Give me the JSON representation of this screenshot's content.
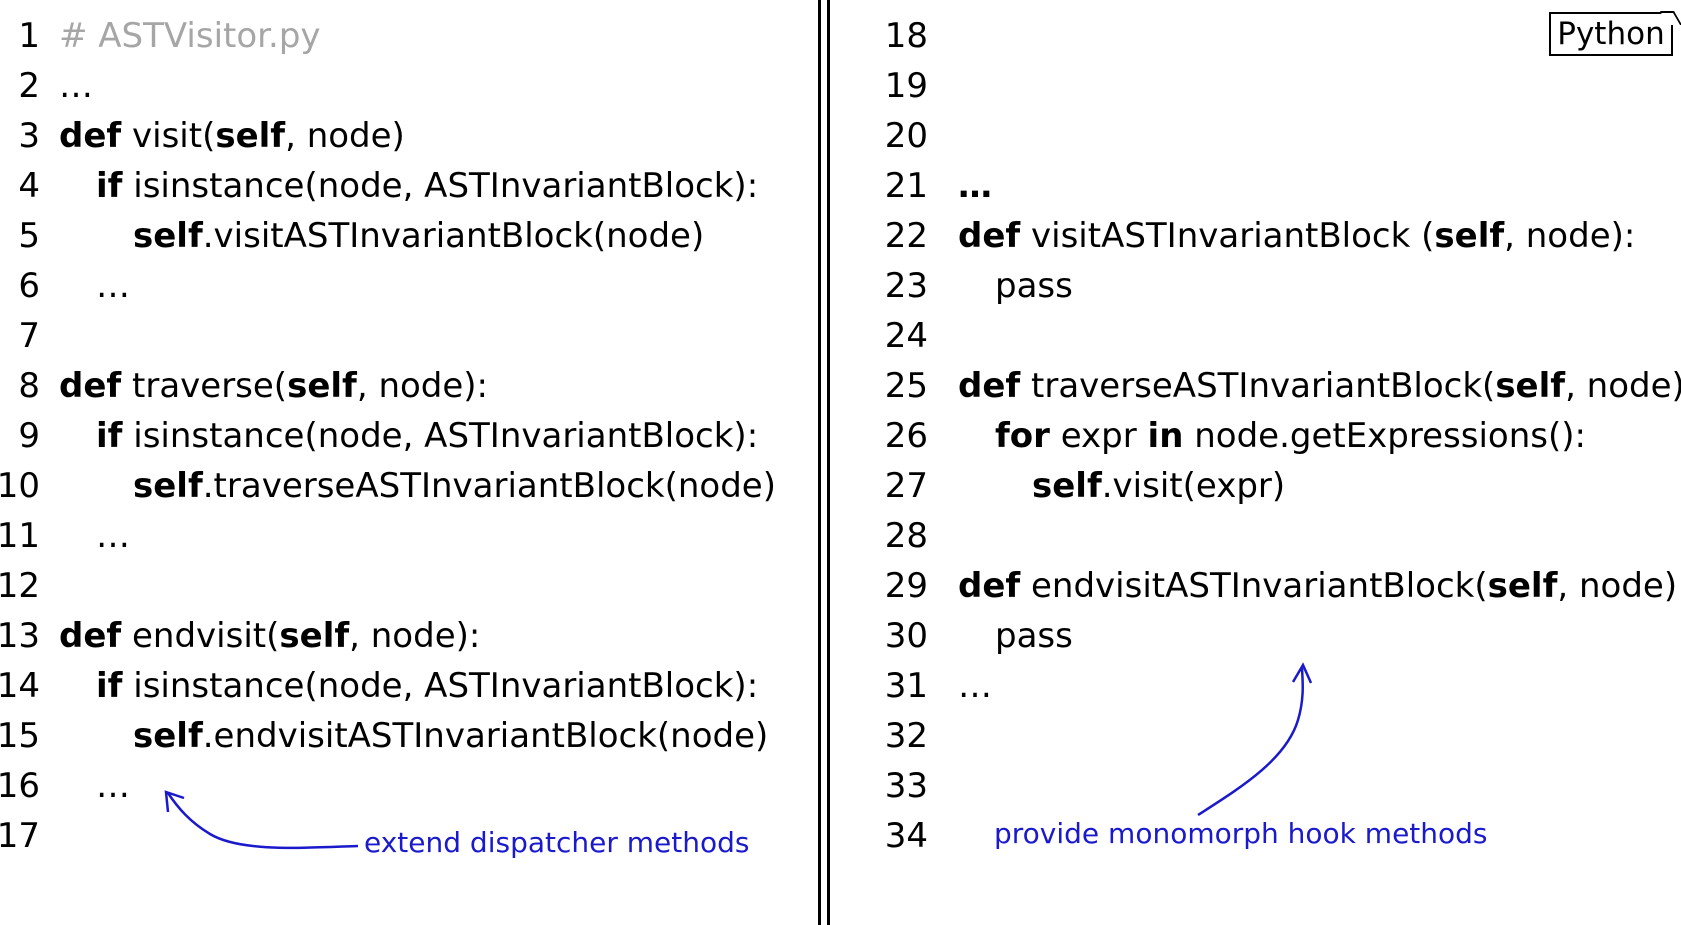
{
  "language_badge": "Python",
  "left_lines": [
    {
      "n": "1",
      "indent": 0,
      "parts": [
        {
          "t": "# ASTVisitor.py",
          "s": "comment"
        }
      ]
    },
    {
      "n": "2",
      "indent": 0,
      "parts": [
        {
          "t": "…",
          "s": ""
        }
      ]
    },
    {
      "n": "3",
      "indent": 0,
      "parts": [
        {
          "t": "def",
          "s": "b"
        },
        {
          "t": " visit(",
          "s": ""
        },
        {
          "t": "self",
          "s": "b"
        },
        {
          "t": ", node)",
          "s": ""
        }
      ]
    },
    {
      "n": "4",
      "indent": 1,
      "parts": [
        {
          "t": "if",
          "s": "b"
        },
        {
          "t": " isinstance(node, ASTInvariantBlock):",
          "s": ""
        }
      ]
    },
    {
      "n": "5",
      "indent": 2,
      "parts": [
        {
          "t": "self",
          "s": "b"
        },
        {
          "t": ".visitASTInvariantBlock(node)",
          "s": ""
        }
      ]
    },
    {
      "n": "6",
      "indent": 1,
      "parts": [
        {
          "t": "…",
          "s": ""
        }
      ]
    },
    {
      "n": "7",
      "indent": 0,
      "parts": []
    },
    {
      "n": "8",
      "indent": 0,
      "parts": [
        {
          "t": "def",
          "s": "b"
        },
        {
          "t": " traverse(",
          "s": ""
        },
        {
          "t": "self",
          "s": "b"
        },
        {
          "t": ", node):",
          "s": ""
        }
      ]
    },
    {
      "n": "9",
      "indent": 1,
      "parts": [
        {
          "t": "if",
          "s": "b"
        },
        {
          "t": " isinstance(node, ASTInvariantBlock):",
          "s": ""
        }
      ]
    },
    {
      "n": "10",
      "indent": 2,
      "parts": [
        {
          "t": "self",
          "s": "b"
        },
        {
          "t": ".traverseASTInvariantBlock(node)",
          "s": ""
        }
      ]
    },
    {
      "n": "11",
      "indent": 1,
      "parts": [
        {
          "t": "…",
          "s": ""
        }
      ]
    },
    {
      "n": "12",
      "indent": 0,
      "parts": []
    },
    {
      "n": "13",
      "indent": 0,
      "parts": [
        {
          "t": "def",
          "s": "b"
        },
        {
          "t": " endvisit(",
          "s": ""
        },
        {
          "t": "self",
          "s": "b"
        },
        {
          "t": ", node):",
          "s": ""
        }
      ]
    },
    {
      "n": "14",
      "indent": 1,
      "parts": [
        {
          "t": "if",
          "s": "b"
        },
        {
          "t": " isinstance(node, ASTInvariantBlock):",
          "s": ""
        }
      ]
    },
    {
      "n": "15",
      "indent": 2,
      "parts": [
        {
          "t": "self",
          "s": "b"
        },
        {
          "t": ".endvisitASTInvariantBlock(node)",
          "s": ""
        }
      ]
    },
    {
      "n": "16",
      "indent": 1,
      "parts": [
        {
          "t": "…",
          "s": ""
        }
      ]
    },
    {
      "n": "17",
      "indent": 0,
      "parts": []
    }
  ],
  "right_lines": [
    {
      "n": "18",
      "indent": 0,
      "parts": []
    },
    {
      "n": "19",
      "indent": 0,
      "parts": []
    },
    {
      "n": "20",
      "indent": 0,
      "parts": []
    },
    {
      "n": "21",
      "indent": 0,
      "parts": [
        {
          "t": "…",
          "s": "b"
        }
      ]
    },
    {
      "n": "22",
      "indent": 0,
      "parts": [
        {
          "t": "def",
          "s": "b"
        },
        {
          "t": " visitASTInvariantBlock (",
          "s": ""
        },
        {
          "t": "self",
          "s": "b"
        },
        {
          "t": ", node):",
          "s": ""
        }
      ]
    },
    {
      "n": "23",
      "indent": 1,
      "parts": [
        {
          "t": "pass",
          "s": ""
        }
      ]
    },
    {
      "n": "24",
      "indent": 0,
      "parts": []
    },
    {
      "n": "25",
      "indent": 0,
      "parts": [
        {
          "t": "def",
          "s": "b"
        },
        {
          "t": " traverseASTInvariantBlock(",
          "s": ""
        },
        {
          "t": "self",
          "s": "b"
        },
        {
          "t": ", node):",
          "s": ""
        }
      ]
    },
    {
      "n": "26",
      "indent": 1,
      "parts": [
        {
          "t": "for",
          "s": "b"
        },
        {
          "t": " expr ",
          "s": ""
        },
        {
          "t": "in",
          "s": "b"
        },
        {
          "t": " node.getExpressions():",
          "s": ""
        }
      ]
    },
    {
      "n": "27",
      "indent": 2,
      "parts": [
        {
          "t": "self",
          "s": "b"
        },
        {
          "t": ".visit(expr)",
          "s": ""
        }
      ]
    },
    {
      "n": "28",
      "indent": 0,
      "parts": []
    },
    {
      "n": "29",
      "indent": 0,
      "parts": [
        {
          "t": "def",
          "s": "b"
        },
        {
          "t": " endvisitASTInvariantBlock(",
          "s": ""
        },
        {
          "t": "self",
          "s": "b"
        },
        {
          "t": ", node):",
          "s": ""
        }
      ]
    },
    {
      "n": "30",
      "indent": 1,
      "parts": [
        {
          "t": "pass",
          "s": ""
        }
      ]
    },
    {
      "n": "31",
      "indent": 0,
      "parts": [
        {
          "t": "…",
          "s": ""
        }
      ]
    },
    {
      "n": "32",
      "indent": 0,
      "parts": []
    },
    {
      "n": "33",
      "indent": 0,
      "parts": []
    },
    {
      "n": "34",
      "indent": 0,
      "parts": []
    }
  ],
  "annotations": {
    "left": "extend dispatcher methods",
    "right": "provide monomorph hook methods"
  },
  "annotation_color": "#1a1acc"
}
